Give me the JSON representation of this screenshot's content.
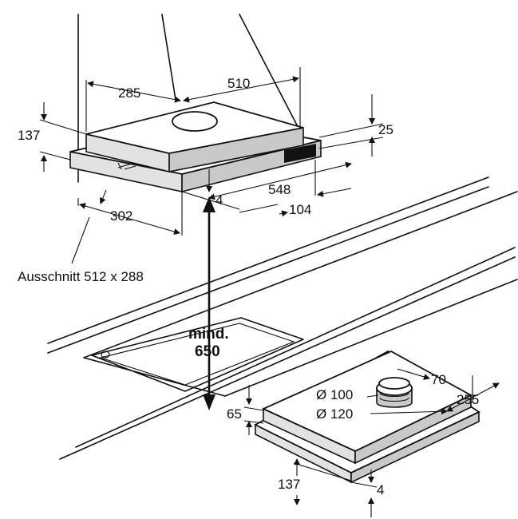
{
  "labels": {
    "width_top": "285",
    "depth_top": "510",
    "height_left": "137",
    "height_right": "25",
    "front_width": "548",
    "side_offset": "104",
    "gap_small": "4",
    "width_bottom": "302",
    "cutout": "Ausschnitt 512 x 288",
    "min_line1": "mind.",
    "min_line2": "650",
    "height_small_unit": "65",
    "offset_70": "70",
    "depth_255": "255",
    "duct_100": "Ø 100",
    "duct_120": "Ø 120",
    "height_bottom_unit": "137",
    "gap_bottom": "4"
  }
}
